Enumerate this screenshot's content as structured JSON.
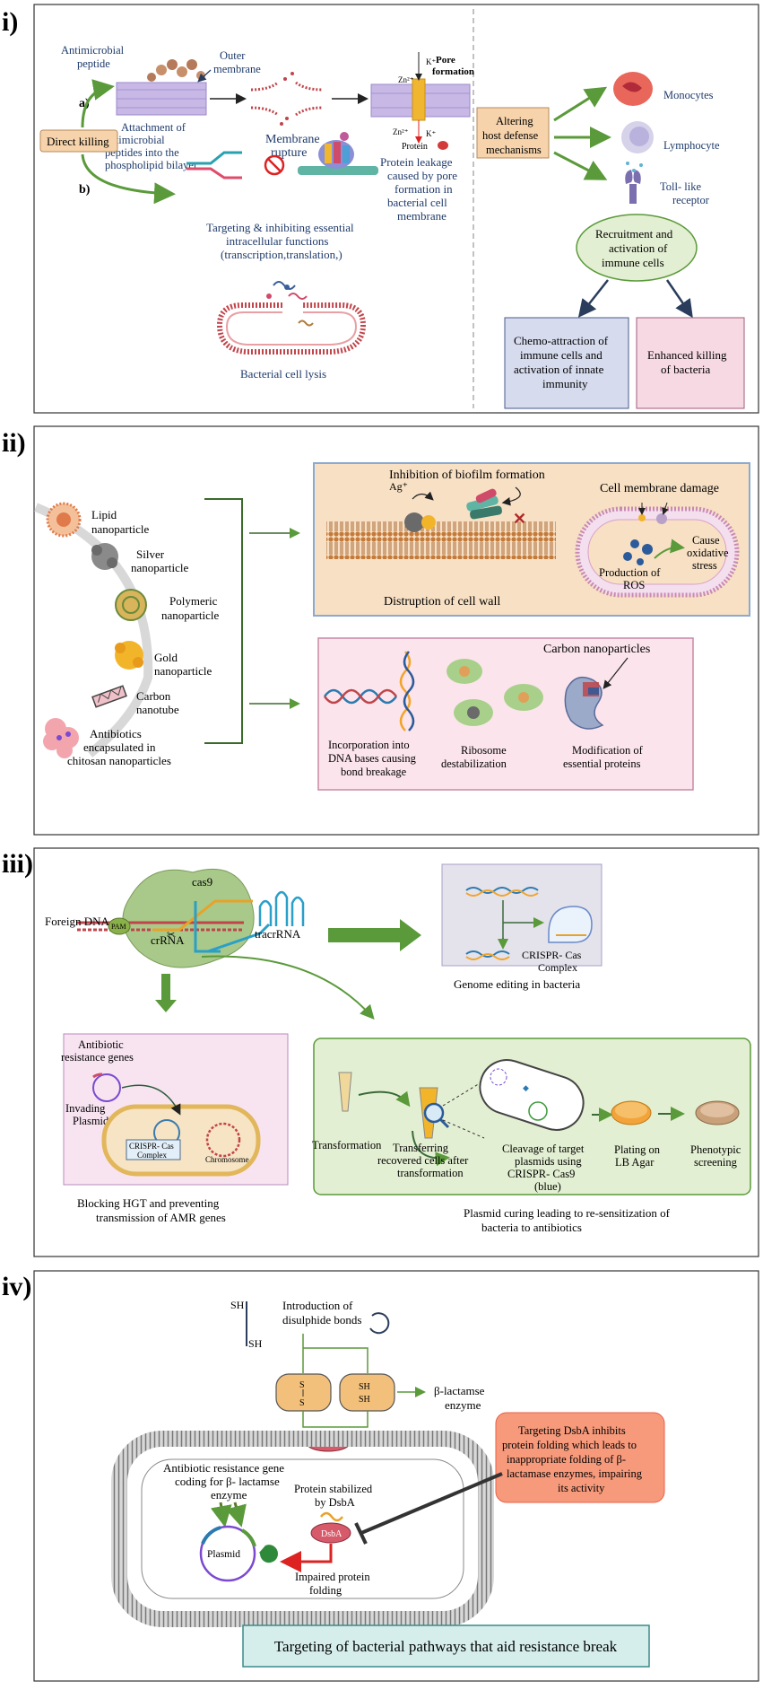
{
  "panel1": {
    "label": "i)",
    "antimicrobial_peptide": [
      "Antimicrobial",
      "peptide"
    ],
    "outer_membrane": [
      "Outer",
      "membrane"
    ],
    "pore_formation": [
      "Pore",
      "formation"
    ],
    "ion_k": "K⁺",
    "ion_zn": "Zn²⁺",
    "protein_label": "Protein",
    "path_a": "a)",
    "path_b": "b)",
    "direct_killing": "Direct killing",
    "attachment": [
      "Attachment of",
      "antimicrobial",
      "peptides into the",
      "phospholipid bilayer"
    ],
    "membrane_rupture": [
      "Membrane",
      "rupture"
    ],
    "protein_leakage": [
      "Protein leakage",
      "caused by pore",
      "formation in",
      "bacterial cell",
      "membrane"
    ],
    "targeting": [
      "Targeting & inhibiting essential",
      "intracellular functions",
      "(transcription,translation,)"
    ],
    "lysis": "Bacterial cell lysis",
    "altering": [
      "Altering",
      "host defense",
      "mechanisms"
    ],
    "monocytes": "Monocytes",
    "lymphocyte": "Lymphocyte",
    "tlr": [
      "Toll- like",
      "receptor"
    ],
    "recruitment": [
      "Recruitment and",
      "activation of",
      "immune cells"
    ],
    "chemo": [
      "Chemo-attraction of",
      "immune cells and",
      "activation of innate",
      "immunity"
    ],
    "enhanced": [
      "Enhanced killing",
      "of bacteria"
    ]
  },
  "panel2": {
    "label": "ii)",
    "lipid": [
      "Lipid",
      "nanoparticle"
    ],
    "silver": [
      "Silver",
      "nanoparticle"
    ],
    "polymeric": [
      "Polymeric",
      "nanoparticle"
    ],
    "gold": [
      "Gold",
      "nanoparticle"
    ],
    "carbon_tube": [
      "Carbon",
      "nanotube"
    ],
    "antibiotics": [
      "Antibiotics",
      "encapsulated in",
      "chitosan nanoparticles"
    ],
    "inhibition": "Inhibition of biofilm formation",
    "ag": "Ag⁺",
    "membrane_damage": "Cell membrane damage",
    "ros": [
      "Production of",
      "ROS"
    ],
    "oxidative": [
      "Cause",
      "oxidative",
      "stress"
    ],
    "disruption": "Distruption of cell wall",
    "carbon_np": "Carbon nanoparticles",
    "dna": [
      "Incorporation into",
      "DNA bases causing",
      "bond breakage"
    ],
    "ribosome": [
      "Ribosome",
      "destabilization"
    ],
    "modification": [
      "Modification of",
      "essential proteins"
    ]
  },
  "panel3": {
    "label": "iii)",
    "cas9": "cas9",
    "foreign_dna": "Foreign DNA",
    "pam": "PAM",
    "crrna": "crRNA",
    "tracrrna": "tracrRNA",
    "crispr_complex": [
      "CRISPR- Cas",
      "Complex"
    ],
    "genome_editing": "Genome editing in bacteria",
    "abx_genes": [
      "Antibiotic",
      "resistance genes"
    ],
    "invading": [
      "Invading",
      "Plasmid"
    ],
    "crispr_box": [
      "CRISPR- Cas",
      "Complex"
    ],
    "chromosome": "Chromosome",
    "blocking": [
      "Blocking HGT and preventing",
      "transmission of AMR genes"
    ],
    "transformation": "Transformation",
    "transferring": [
      "Transferring",
      "recovered cells after",
      "transformation"
    ],
    "cleavage": [
      "Cleavage of target",
      "plasmids using",
      "CRISPR- Cas9",
      "(blue)"
    ],
    "plating": [
      "Plating on",
      "LB Agar"
    ],
    "phenotypic": [
      "Phenotypic",
      "screening"
    ],
    "curing": [
      "Plasmid curing leading to re-sensitization of",
      "bacteria to antibiotics"
    ]
  },
  "panel4": {
    "label": "iv)",
    "sh": "SH",
    "introduction": [
      "Introduction of",
      "disulphide bonds"
    ],
    "s": "S",
    "blactamase": [
      "β-lactamse",
      "enzyme"
    ],
    "dsba": "DsbA",
    "targeting_dsba": [
      "Targeting DsbA inhibits",
      "protein folding which leads to",
      "inappropriate folding of  β-",
      "lactamase enzymes, impairing",
      "its activity"
    ],
    "abx_gene": [
      "Antibiotic resistance gene",
      "coding for  β- lactamse",
      "enzyme"
    ],
    "stabilized": [
      "Protein stabilized",
      "by DsbA"
    ],
    "plasmid": "Plasmid",
    "impaired": [
      "Impaired protein",
      "folding"
    ],
    "banner": "Targeting of bacterial pathways that aid resistance break"
  },
  "colors": {
    "green_arrow": "#5a9a3a",
    "peach": "#f6d3ab",
    "light_green": "#e3efd2",
    "lavender": "#d6dbee",
    "pink": "#f7d9e4",
    "salmon": "#f79a7c",
    "teal_banner": "#d5eeec"
  }
}
